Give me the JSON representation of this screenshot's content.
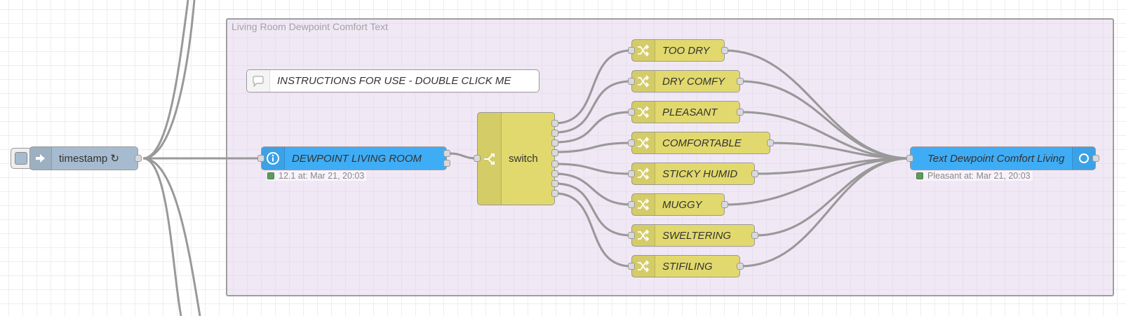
{
  "group": {
    "label": "Living Room Dewpoint Comfort Text"
  },
  "comment": {
    "label": "INSTRUCTIONS FOR USE - DOUBLE CLICK ME"
  },
  "inject": {
    "label": "timestamp ↻"
  },
  "dewpoint_node": {
    "label": "DEWPOINT LIVING ROOM",
    "status": "12.1 at: Mar 21, 20:03"
  },
  "switch_node": {
    "label": "switch"
  },
  "change_nodes": [
    {
      "label": "TOO DRY"
    },
    {
      "label": "DRY COMFY"
    },
    {
      "label": "PLEASANT"
    },
    {
      "label": "COMFORTABLE"
    },
    {
      "label": "STICKY HUMID"
    },
    {
      "label": "MUGGY"
    },
    {
      "label": "SWELTERING"
    },
    {
      "label": "STIFILING"
    }
  ],
  "text_node": {
    "label": "Text Dewpoint Comfort Living",
    "status": "Pleasant at: Mar 21, 20:03"
  },
  "colors": {
    "function_yellow": "#e2d96e",
    "api_blue": "#3fadf5",
    "inject_grey": "#a6bbcf",
    "wire": "#999999",
    "status_ok": "#5a9e5a"
  }
}
